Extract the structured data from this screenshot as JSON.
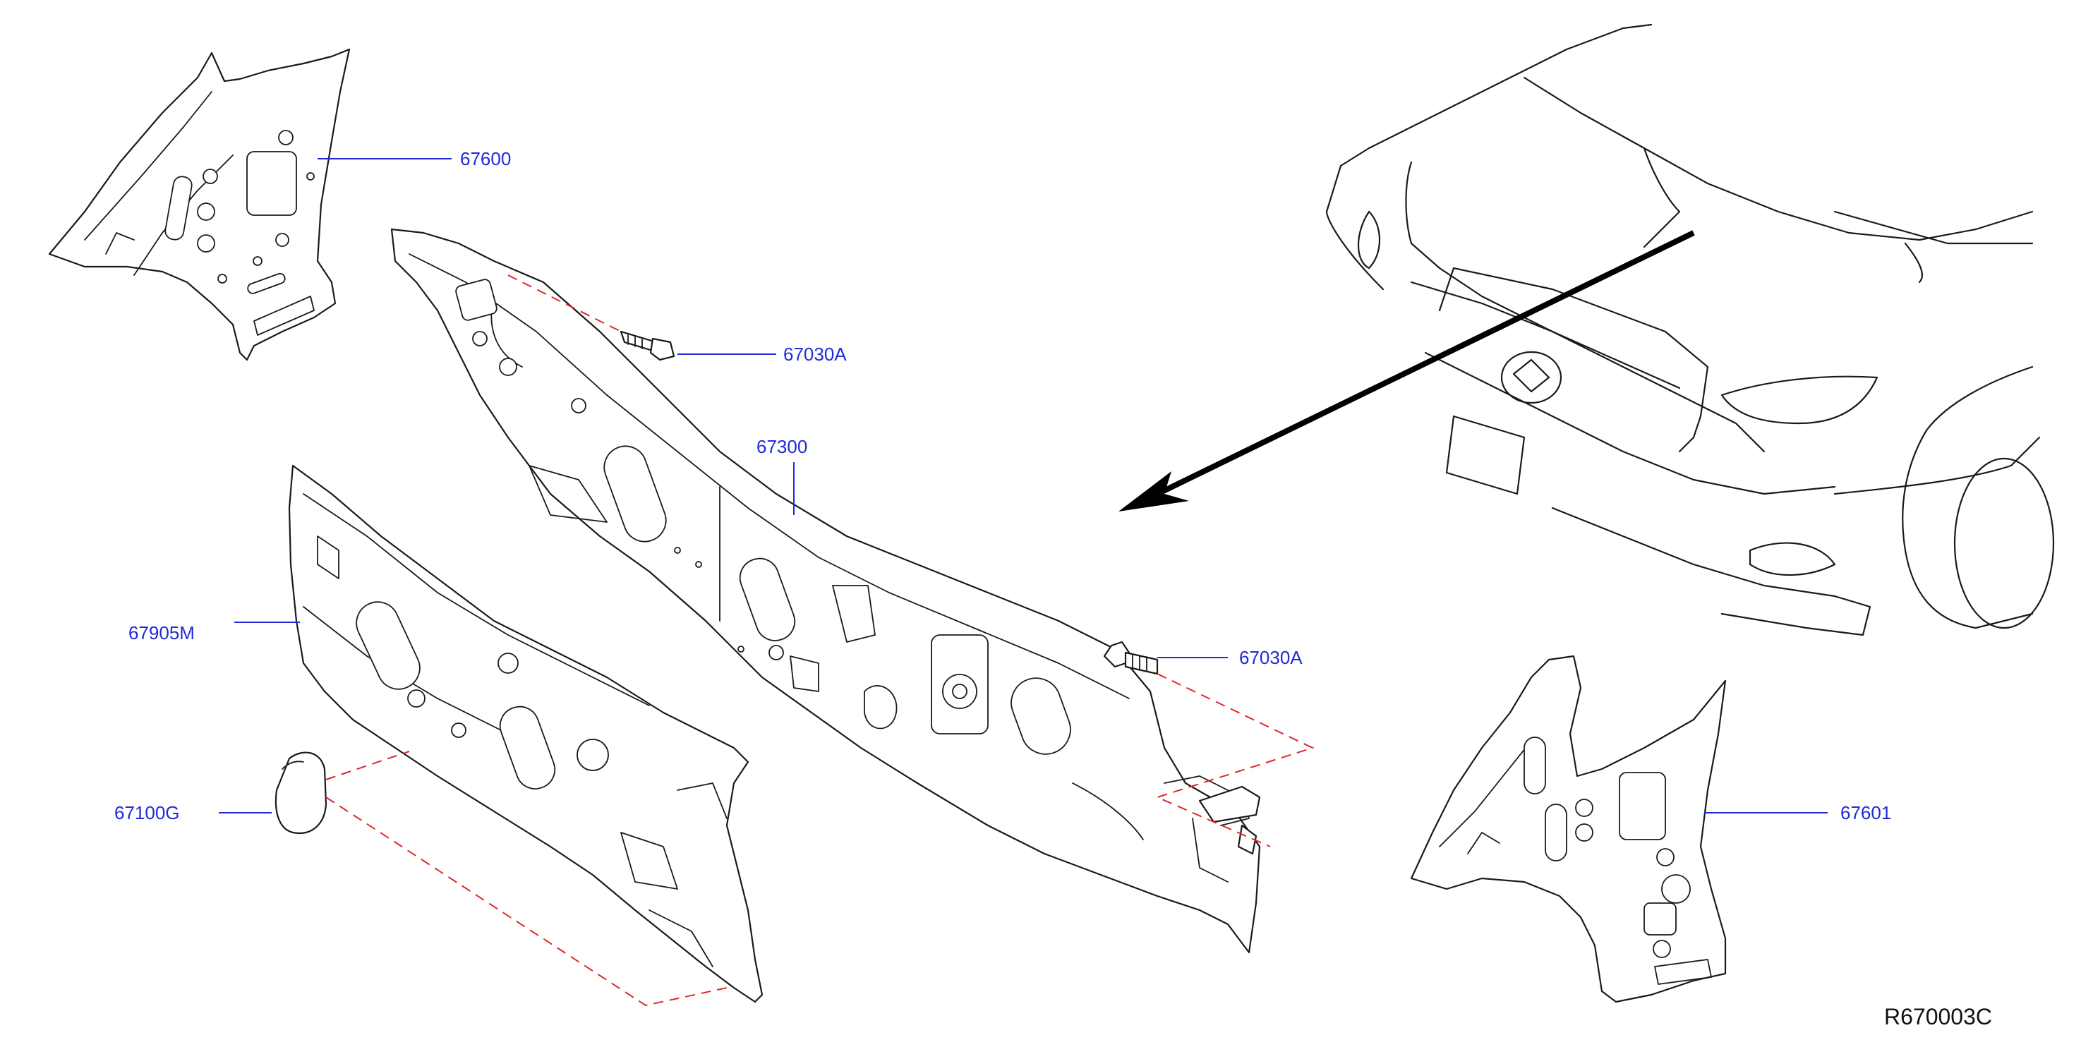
{
  "callouts": {
    "p67600": "67600",
    "p67030a_top": "67030A",
    "p67300": "67300",
    "p67905m": "67905M",
    "p67030a_right": "67030A",
    "p67100g": "67100G",
    "p67601": "67601"
  },
  "diagram_ref": "R670003C",
  "colors": {
    "callout_text": "#1f2bd6",
    "leader_line": "#1f2bd6",
    "dashed_guide": "#e0262b",
    "line_art": "#1a1a1a"
  }
}
